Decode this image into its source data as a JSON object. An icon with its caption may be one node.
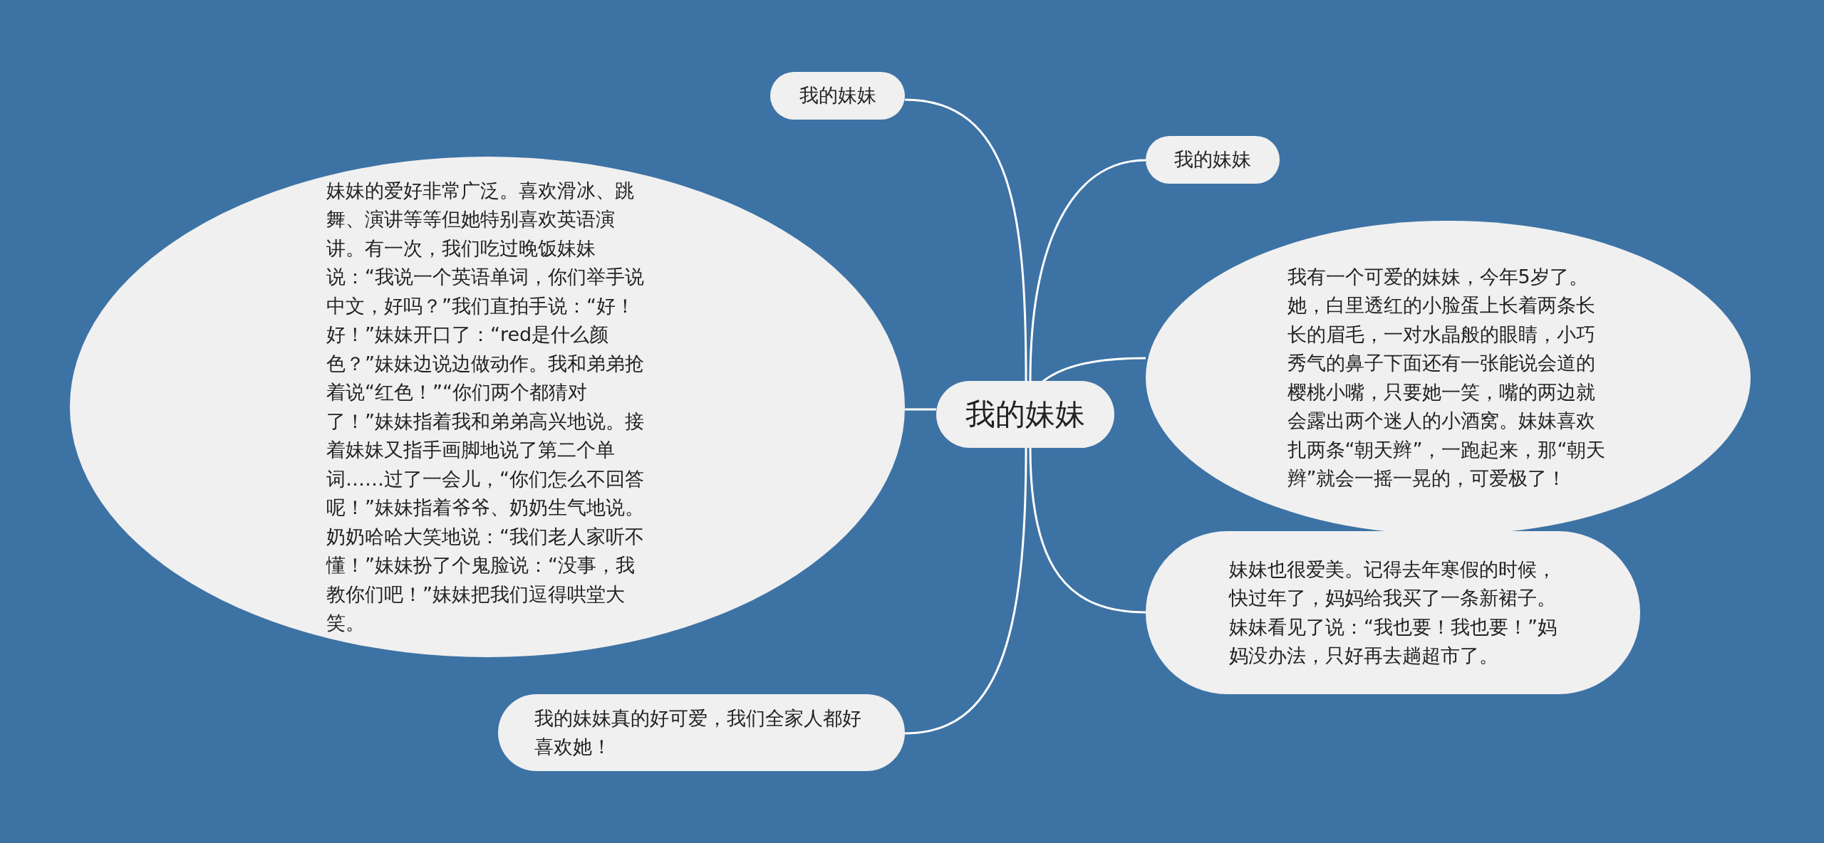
{
  "diagram": {
    "nodes": [
      {
        "text": [
          "我的妹妹"
        ]
      },
      {
        "text": [
          "我的妹妹"
        ]
      },
      {
        "text": [
          "我的妹妹"
        ]
      },
      {
        "text": [
          "妹妹的爱好非常广泛。喜欢滑冰、跳舞、演讲等等但她特别喜欢英语演讲。有一次，我们吃过晚饭妹妹说：“我说一个英语单词，你们举手说中文，好吗？”我们直拍手说：“好！好！”妹妹开口了：“red是什么颜色？”妹妹边说边做动作。我和弟弟抢着说“红色！”“你们两个都猜对了！”妹妹指着我和弟弟高兴地说。接着妹妹又指手画脚地说了第二个单词……过了一会儿，“你们怎么不回答呢！”妹妹指着爷爷、奶奶生气地说。奶奶哈哈大笑地说：“我们老人家听不懂！”妹妹扮了个鬼脸说：“没事，我教你们吧！”妹妹把我们逗得哄堂大笑。"
        ]
      },
      {
        "text": [
          "我有一个可爱的妹妹，今年5岁了。她，白里透红的小脸蛋上长着两条长长的眉毛，一对水晶般的眼睛，小巧秀气的鼻子下面还有一张能说会道的樱桃小嘴，只要她一笑，嘴的两边就会露出两个迷人的小酒窝。妹妹喜欢扎两条“朝天辫”，一跑起来，那“朝天辫”就会一摇一晃的，可爱极了！"
        ]
      },
      {
        "text": [
          "妹妹也很爱美。记得去年寒假的时候，快过年了，妈妈给我买了一条新裙子。妹妹看见了说：“我也要！我也要！”妈妈没办法，只好再去趟超市了。"
        ]
      },
      {
        "text": [
          "我的妹妹真的好可爱，我们全家人都好喜欢她！"
        ]
      }
    ],
    "edges": [
      {
        "from": 0,
        "to": 1,
        "arrow": "none"
      },
      {
        "from": 0,
        "to": 2,
        "arrow": "none"
      },
      {
        "from": 0,
        "to": 4,
        "arrow": "none"
      },
      {
        "from": 0,
        "to": 3,
        "arrow": "none"
      },
      {
        "from": 0,
        "to": 6,
        "arrow": "none"
      },
      {
        "from": 0,
        "to": 5,
        "arrow": "none"
      }
    ]
  }
}
